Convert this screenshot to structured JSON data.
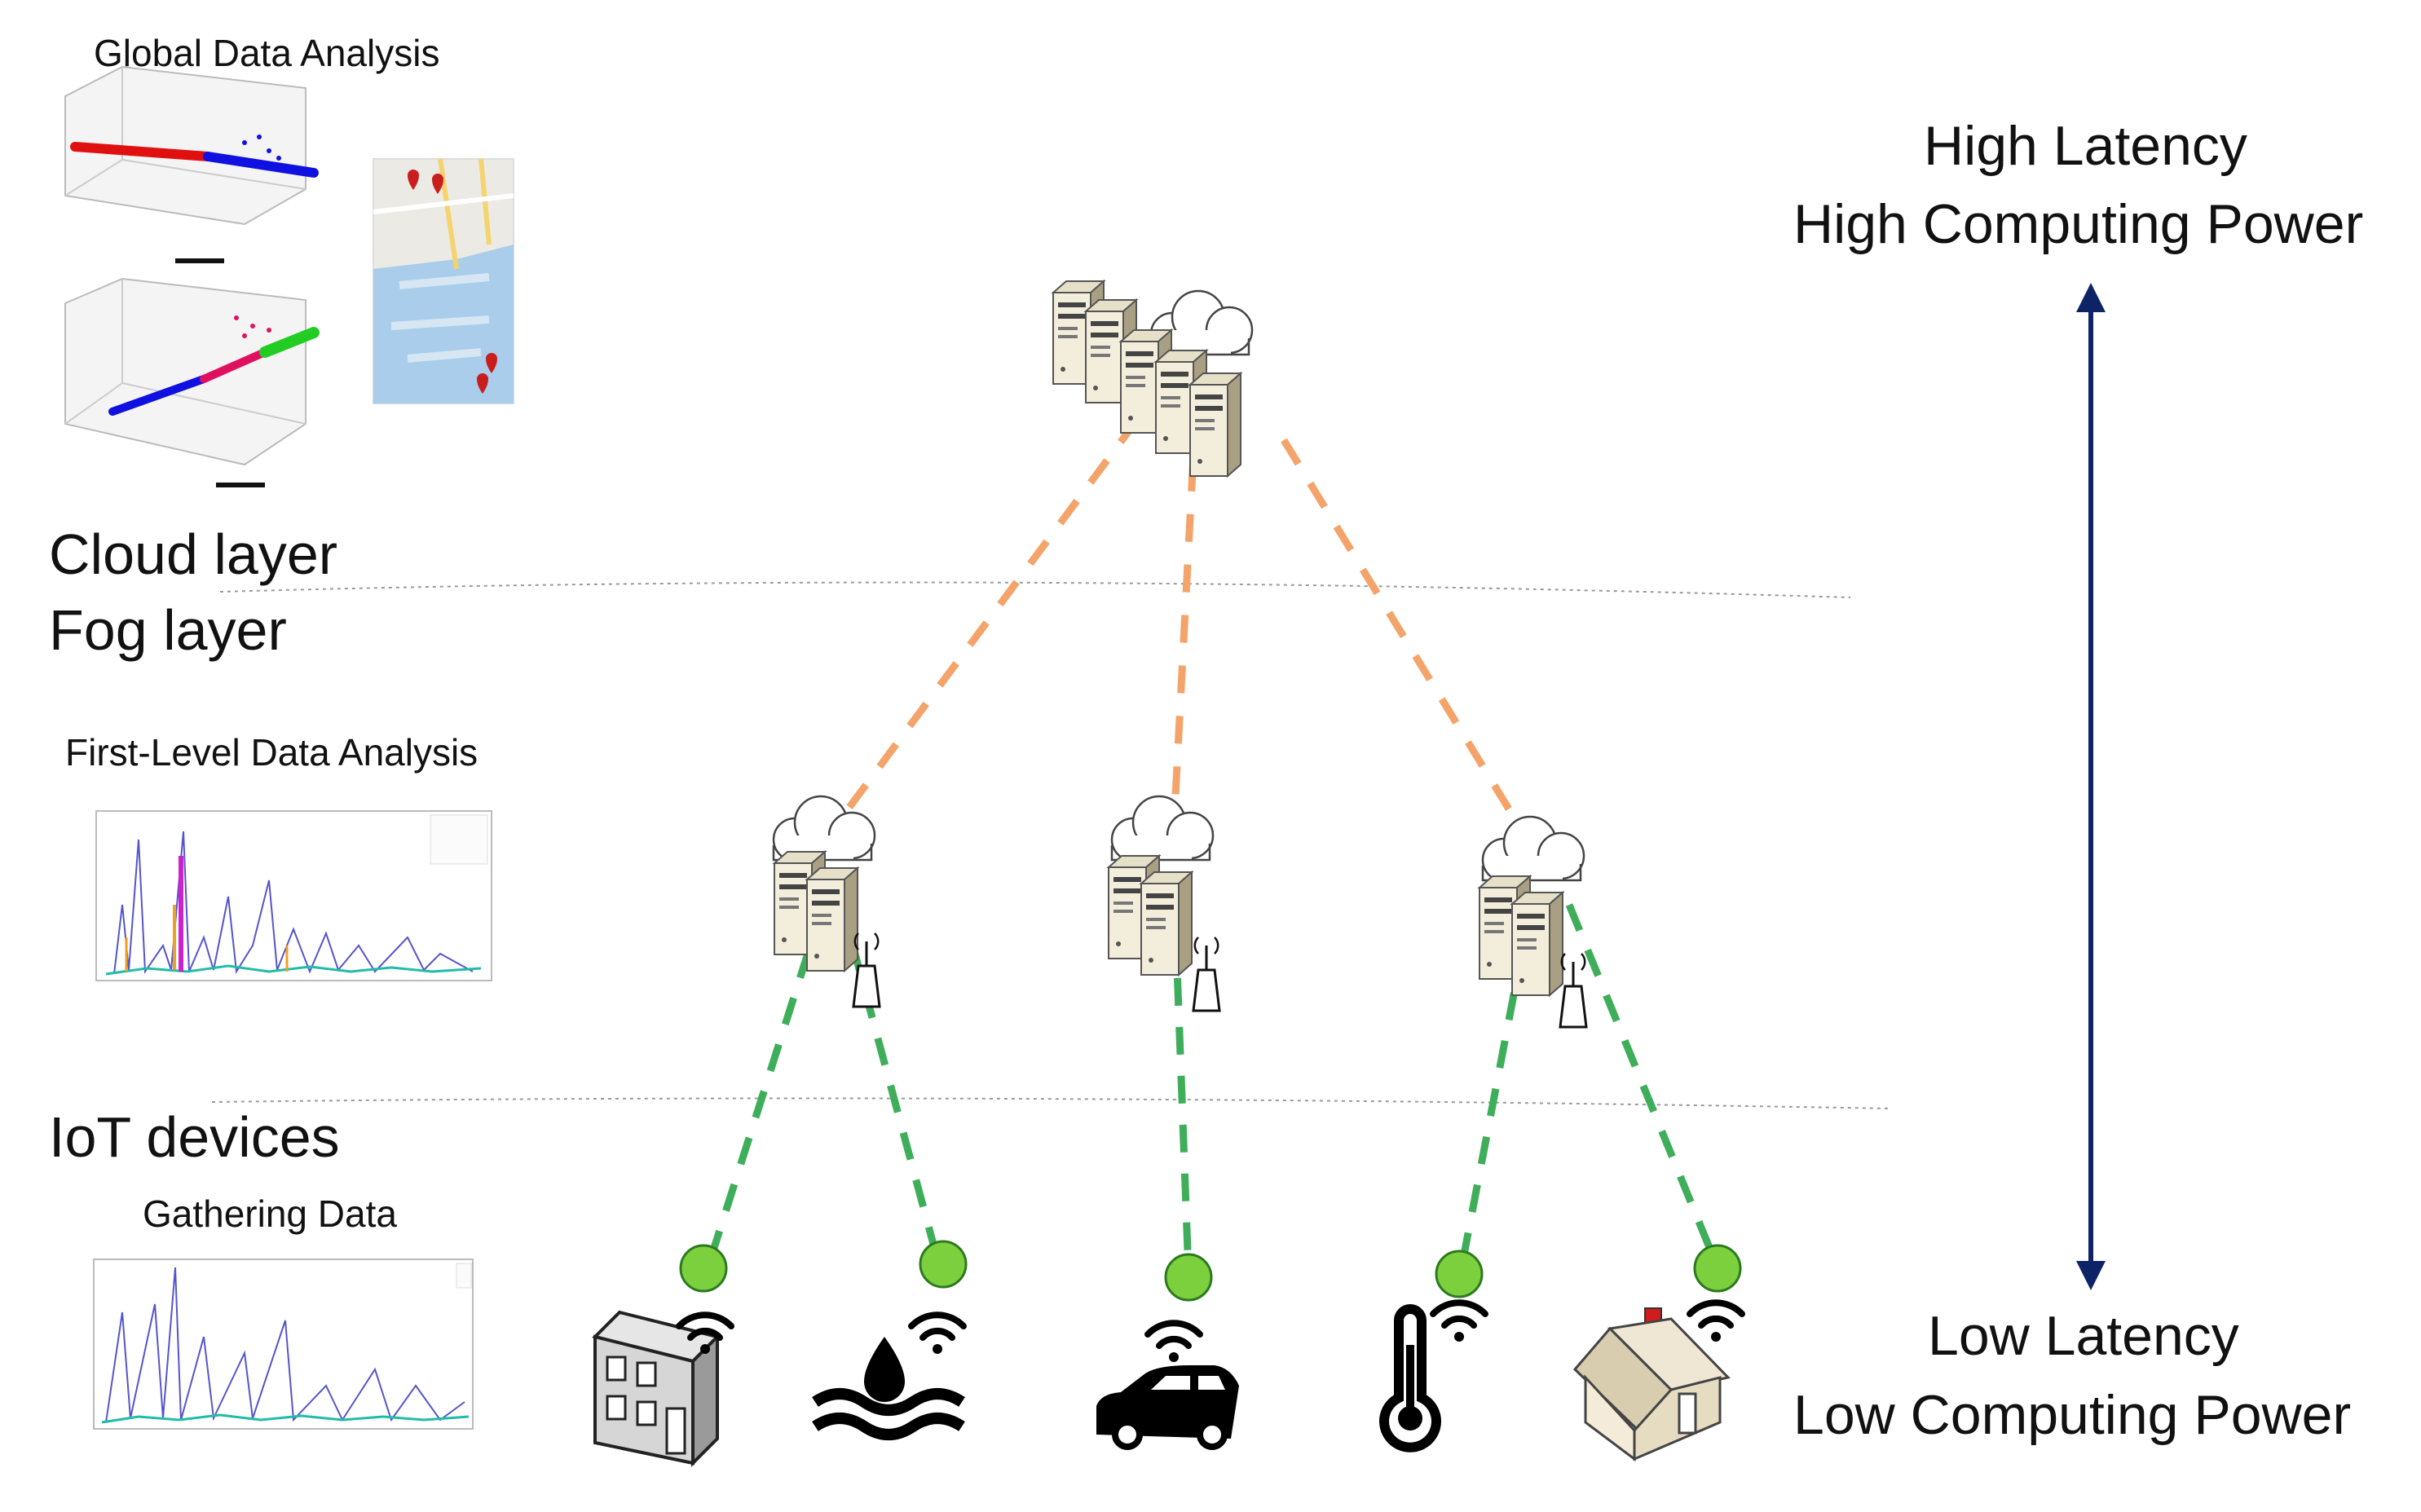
{
  "titles": {
    "global": "Global Data Analysis",
    "first_level": "First-Level Data Analysis",
    "gathering": "Gathering Data"
  },
  "layers": {
    "cloud": "Cloud layer",
    "fog": "Fog layer",
    "iot": "IoT devices"
  },
  "scale": {
    "high_latency": "High Latency",
    "high_power": "High Computing Power",
    "low_latency": "Low Latency",
    "low_power": "Low Computing Power"
  },
  "colors": {
    "cloud_link": "#f4a46a",
    "fog_link": "#3fae5a",
    "device_node": "#7ccf3d",
    "arrow": "#0d2366",
    "layer_divider": "#9a9a9a"
  },
  "icons": {
    "cloud_server": "server-cluster-cloud-icon",
    "fog_server": "server-antenna-cloud-icon",
    "devices": [
      "building-icon",
      "water-icon",
      "car-icon",
      "thermometer-icon",
      "house-icon"
    ]
  }
}
